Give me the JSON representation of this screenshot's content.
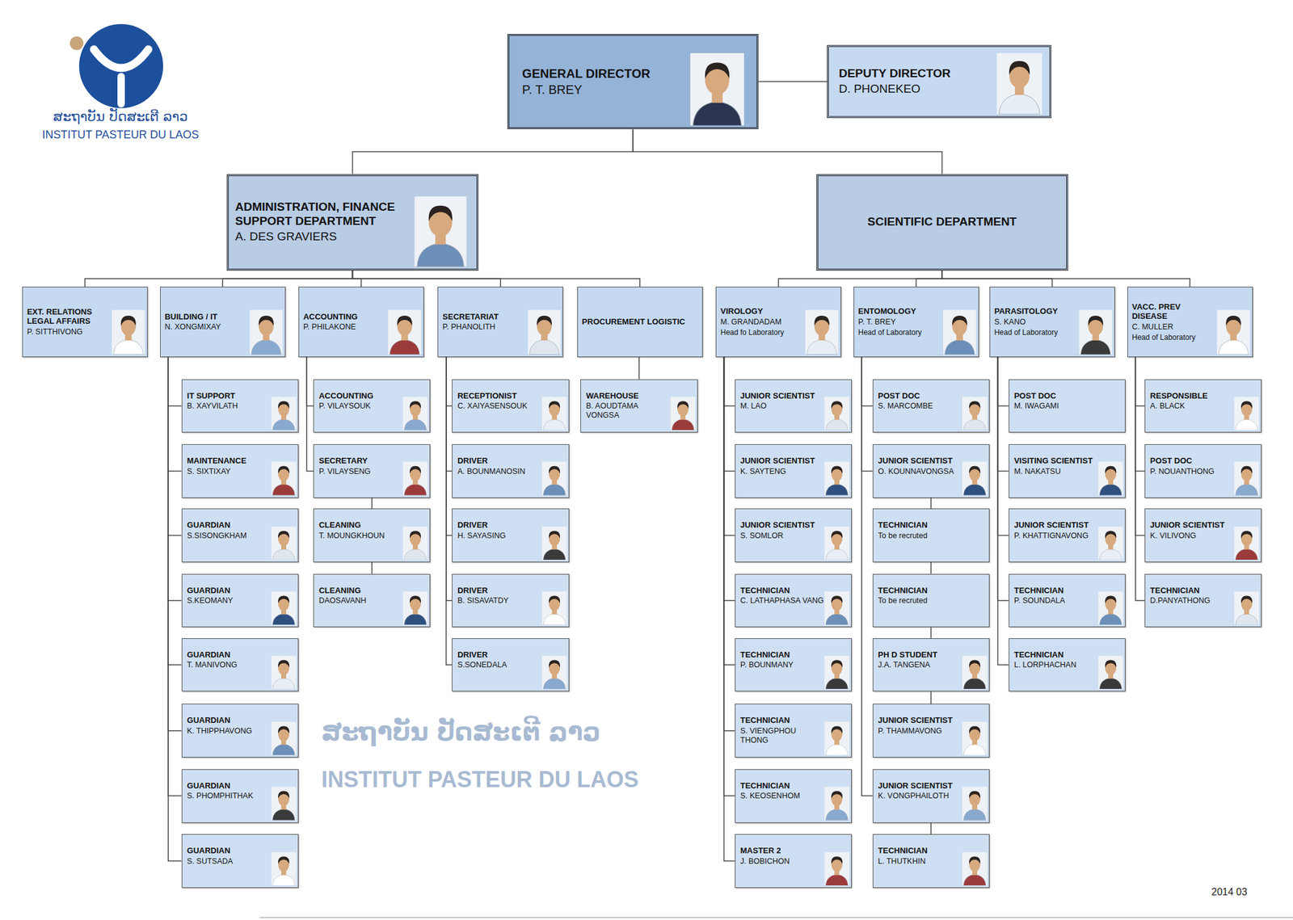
{
  "diagram": {
    "nodes": [
      {
        "text": [
          "GENERAL DIRECTOR",
          "P. T. BREY"
        ]
      },
      {
        "text": [
          "DEPUTY DIRECTOR",
          "D. PHONEKEO"
        ]
      },
      {
        "text": [
          "ADMINISTRATION, FINANCE SUPPORT DEPARTMENT",
          "A. DES GRAVIERS"
        ]
      },
      {
        "text": [
          "SCIENTIFIC DEPARTMENT"
        ]
      },
      {
        "text": [
          "EXT. RELATIONS LEGAL AFFAIRS",
          "P. SITTHIVONG"
        ]
      },
      {
        "text": [
          "BUILDING / IT",
          "N. XONGMIXAY"
        ]
      },
      {
        "text": [
          "ACCOUNTING",
          "P. PHILAKONE"
        ]
      },
      {
        "text": [
          "SECRETARIAT",
          "P. PHANOLITH"
        ]
      },
      {
        "text": [
          "PROCUREMENT LOGISTIC"
        ]
      },
      {
        "text": [
          "VIROLOGY",
          "M. GRANDADAM",
          "Head fo Laboratory"
        ]
      },
      {
        "text": [
          "ENTOMOLOGY",
          "P. T. BREY",
          "Head of Laboratory"
        ]
      },
      {
        "text": [
          "PARASITOLOGY",
          "S. KANO",
          "Head of Laboratory"
        ]
      },
      {
        "text": [
          "VACC. PREV DISEASE",
          "C. MULLER",
          "Head of Laboratory"
        ]
      },
      {
        "text": [
          "IT SUPPORT",
          "B. XAYVILATH"
        ]
      },
      {
        "text": [
          "MAINTENANCE",
          "S. SIXTIXAY"
        ]
      },
      {
        "text": [
          "GUARDIAN",
          "S.SISONGKHAM"
        ]
      },
      {
        "text": [
          "GUARDIAN",
          "S.KEOMANY"
        ]
      },
      {
        "text": [
          "GUARDIAN",
          "T. MANIVONG"
        ]
      },
      {
        "text": [
          "GUARDIAN",
          "K. THIPPHAVONG"
        ]
      },
      {
        "text": [
          "GUARDIAN",
          "S. PHOMPHITHAK"
        ]
      },
      {
        "text": [
          "GUARDIAN",
          "S. SUTSADA"
        ]
      },
      {
        "text": [
          "ACCOUNTING",
          "P. VILAYSOUK"
        ]
      },
      {
        "text": [
          "SECRETARY",
          "P. VILAYSENG"
        ]
      },
      {
        "text": [
          "CLEANING",
          "T. MOUNGKHOUN"
        ]
      },
      {
        "text": [
          "CLEANING",
          "DAOSAVANH"
        ]
      },
      {
        "text": [
          "RECEPTIONIST",
          "C. XAIYASENSOUK"
        ]
      },
      {
        "text": [
          "DRIVER",
          "A. BOUNMANOSIN"
        ]
      },
      {
        "text": [
          "DRIVER",
          "H. SAYASING"
        ]
      },
      {
        "text": [
          "DRIVER",
          "B. SISAVATDY"
        ]
      },
      {
        "text": [
          "DRIVER",
          "S.SONEDALA"
        ]
      },
      {
        "text": [
          "WAREHOUSE",
          "B. AOUDTAMA VONGSA"
        ]
      },
      {
        "text": [
          "JUNIOR SCIENTIST",
          "M. LAO"
        ]
      },
      {
        "text": [
          "JUNIOR SCIENTIST",
          "K. SAYTENG"
        ]
      },
      {
        "text": [
          "JUNIOR SCIENTIST",
          "S. SOMLOR"
        ]
      },
      {
        "text": [
          "TECHNICIAN",
          "C. LATHAPHASA VANG"
        ]
      },
      {
        "text": [
          "TECHNICIAN",
          "P. BOUNMANY"
        ]
      },
      {
        "text": [
          "TECHNICIAN",
          "S. VIENGPHOU THONG"
        ]
      },
      {
        "text": [
          "TECHNICIAN",
          "S. KEOSENHOM"
        ]
      },
      {
        "text": [
          "MASTER 2",
          "J. BOBICHON"
        ]
      },
      {
        "text": [
          "POST DOC",
          "S. MARCOMBE"
        ]
      },
      {
        "text": [
          "JUNIOR SCIENTIST",
          "O. KOUNNAVONGSA"
        ]
      },
      {
        "text": [
          "TECHNICIAN",
          "To be recruted"
        ]
      },
      {
        "text": [
          "TECHNICIAN",
          "To be recruted"
        ]
      },
      {
        "text": [
          "PH D STUDENT",
          "J.A. TANGENA"
        ]
      },
      {
        "text": [
          "JUNIOR SCIENTIST",
          "P. THAMMAVONG"
        ]
      },
      {
        "text": [
          "JUNIOR SCIENTIST",
          "K. VONGPHAILOTH"
        ]
      },
      {
        "text": [
          "TECHNICIAN",
          "L. THUTKHIN"
        ]
      },
      {
        "text": [
          "POST DOC",
          "M. IWAGAMI"
        ]
      },
      {
        "text": [
          "VISITING SCIENTIST",
          "M. NAKATSU"
        ]
      },
      {
        "text": [
          "JUNIOR SCIENTIST",
          "P. KHATTIGNAVONG"
        ]
      },
      {
        "text": [
          "TECHNICIAN",
          "P. SOUNDALA"
        ]
      },
      {
        "text": [
          "TECHNICIAN",
          "L. LORPHACHAN"
        ]
      },
      {
        "text": [
          "RESPONSIBLE",
          "A. BLACK"
        ]
      },
      {
        "text": [
          "POST DOC",
          "P. NOUANTHONG"
        ]
      },
      {
        "text": [
          "JUNIOR SCIENTIST",
          "K. VILIVONG"
        ]
      },
      {
        "text": [
          "TECHNICIAN",
          "D.PANYATHONG"
        ]
      }
    ],
    "edges": [
      {
        "from": 0,
        "to": 1,
        "arrow": "none"
      },
      {
        "from": 0,
        "to": 2,
        "arrow": "none"
      },
      {
        "from": 0,
        "to": 3,
        "arrow": "none"
      },
      {
        "from": 2,
        "to": 4,
        "arrow": "none"
      },
      {
        "from": 2,
        "to": 5,
        "arrow": "none"
      },
      {
        "from": 2,
        "to": 6,
        "arrow": "none"
      },
      {
        "from": 2,
        "to": 7,
        "arrow": "none"
      },
      {
        "from": 2,
        "to": 8,
        "arrow": "none"
      },
      {
        "from": 3,
        "to": 9,
        "arrow": "none"
      },
      {
        "from": 3,
        "to": 10,
        "arrow": "none"
      },
      {
        "from": 3,
        "to": 11,
        "arrow": "none"
      },
      {
        "from": 3,
        "to": 12,
        "arrow": "none"
      },
      {
        "from": 5,
        "to": 13,
        "arrow": "none"
      },
      {
        "from": 5,
        "to": 14,
        "arrow": "none"
      },
      {
        "from": 5,
        "to": 15,
        "arrow": "none"
      },
      {
        "from": 5,
        "to": 16,
        "arrow": "none"
      },
      {
        "from": 5,
        "to": 17,
        "arrow": "none"
      },
      {
        "from": 5,
        "to": 18,
        "arrow": "none"
      },
      {
        "from": 5,
        "to": 19,
        "arrow": "none"
      },
      {
        "from": 5,
        "to": 20,
        "arrow": "none"
      },
      {
        "from": 6,
        "to": 21,
        "arrow": "none"
      },
      {
        "from": 6,
        "to": 22,
        "arrow": "none"
      },
      {
        "from": 22,
        "to": 23,
        "arrow": "none"
      },
      {
        "from": 23,
        "to": 24,
        "arrow": "none"
      },
      {
        "from": 7,
        "to": 25,
        "arrow": "none"
      },
      {
        "from": 7,
        "to": 26,
        "arrow": "none"
      },
      {
        "from": 7,
        "to": 27,
        "arrow": "none"
      },
      {
        "from": 7,
        "to": 28,
        "arrow": "none"
      },
      {
        "from": 7,
        "to": 29,
        "arrow": "none"
      },
      {
        "from": 8,
        "to": 30,
        "arrow": "none"
      },
      {
        "from": 9,
        "to": 31,
        "arrow": "none"
      },
      {
        "from": 9,
        "to": 32,
        "arrow": "none"
      },
      {
        "from": 9,
        "to": 33,
        "arrow": "none"
      },
      {
        "from": 9,
        "to": 34,
        "arrow": "none"
      },
      {
        "from": 9,
        "to": 35,
        "arrow": "none"
      },
      {
        "from": 9,
        "to": 36,
        "arrow": "none"
      },
      {
        "from": 9,
        "to": 37,
        "arrow": "none"
      },
      {
        "from": 9,
        "to": 38,
        "arrow": "none"
      },
      {
        "from": 10,
        "to": 39,
        "arrow": "none"
      },
      {
        "from": 10,
        "to": 40,
        "arrow": "none"
      },
      {
        "from": 40,
        "to": 41,
        "arrow": "none"
      },
      {
        "from": 41,
        "to": 42,
        "arrow": "none"
      },
      {
        "from": 42,
        "to": 43,
        "arrow": "none"
      },
      {
        "from": 43,
        "to": 44,
        "arrow": "none"
      },
      {
        "from": 10,
        "to": 45,
        "arrow": "none"
      },
      {
        "from": 45,
        "to": 46,
        "arrow": "none"
      },
      {
        "from": 11,
        "to": 47,
        "arrow": "none"
      },
      {
        "from": 11,
        "to": 48,
        "arrow": "none"
      },
      {
        "from": 11,
        "to": 49,
        "arrow": "none"
      },
      {
        "from": 11,
        "to": 50,
        "arrow": "none"
      },
      {
        "from": 11,
        "to": 51,
        "arrow": "none"
      },
      {
        "from": 12,
        "to": 52,
        "arrow": "none"
      },
      {
        "from": 12,
        "to": 53,
        "arrow": "none"
      },
      {
        "from": 12,
        "to": 54,
        "arrow": "none"
      },
      {
        "from": 12,
        "to": 55,
        "arrow": "none"
      }
    ],
    "labels": [
      "ສະຖາບັນ ປັດສະເຕີ ລາວ",
      "INSTITUT PASTEUR DU LAOS",
      "ສະຖາບັນ ປັດສະເຕີ ລາວ",
      "INSTITUT PASTEUR DU LAOS",
      "2014 03"
    ]
  }
}
